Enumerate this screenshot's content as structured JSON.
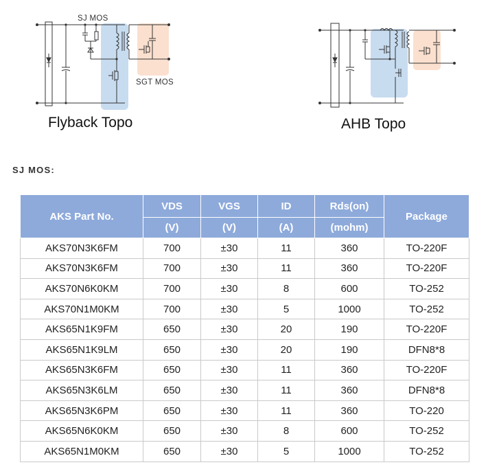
{
  "figures": {
    "flyback": {
      "label": "Flyback Topo",
      "sj_annotation": "SJ MOS",
      "sgt_annotation": "SGT MOS"
    },
    "ahb": {
      "label": "AHB Topo"
    }
  },
  "colors": {
    "sj_highlight": "#c8dcf0",
    "sgt_highlight": "#fbe0cf",
    "header_bg": "#8eaadb"
  },
  "section_title": "SJ MOS:",
  "table": {
    "headers": {
      "part": "AKS Part No.",
      "vds": "VDS",
      "vds_unit": "(V)",
      "vgs": "VGS",
      "vgs_unit": "(V)",
      "id": "ID",
      "id_unit": "(A)",
      "rds": "Rds(on)",
      "rds_unit": "(mohm)",
      "package": "Package"
    },
    "rows": [
      [
        "AKS70N3K6FM",
        "700",
        "±30",
        "11",
        "360",
        "TO-220F"
      ],
      [
        "AKS70N3K6FM",
        "700",
        "±30",
        "11",
        "360",
        "TO-220F"
      ],
      [
        "AKS70N6K0KM",
        "700",
        "±30",
        "8",
        "600",
        "TO-252"
      ],
      [
        "AKS70N1M0KM",
        "700",
        "±30",
        "5",
        "1000",
        "TO-252"
      ],
      [
        "AKS65N1K9FM",
        "650",
        "±30",
        "20",
        "190",
        "TO-220F"
      ],
      [
        "AKS65N1K9LM",
        "650",
        "±30",
        "20",
        "190",
        "DFN8*8"
      ],
      [
        "AKS65N3K6FM",
        "650",
        "±30",
        "11",
        "360",
        "TO-220F"
      ],
      [
        "AKS65N3K6LM",
        "650",
        "±30",
        "11",
        "360",
        "DFN8*8"
      ],
      [
        "AKS65N3K6PM",
        "650",
        "±30",
        "11",
        "360",
        "TO-220"
      ],
      [
        "AKS65N6K0KM",
        "650",
        "±30",
        "8",
        "600",
        "TO-252"
      ],
      [
        "AKS65N1M0KM",
        "650",
        "±30",
        "5",
        "1000",
        "TO-252"
      ]
    ]
  }
}
